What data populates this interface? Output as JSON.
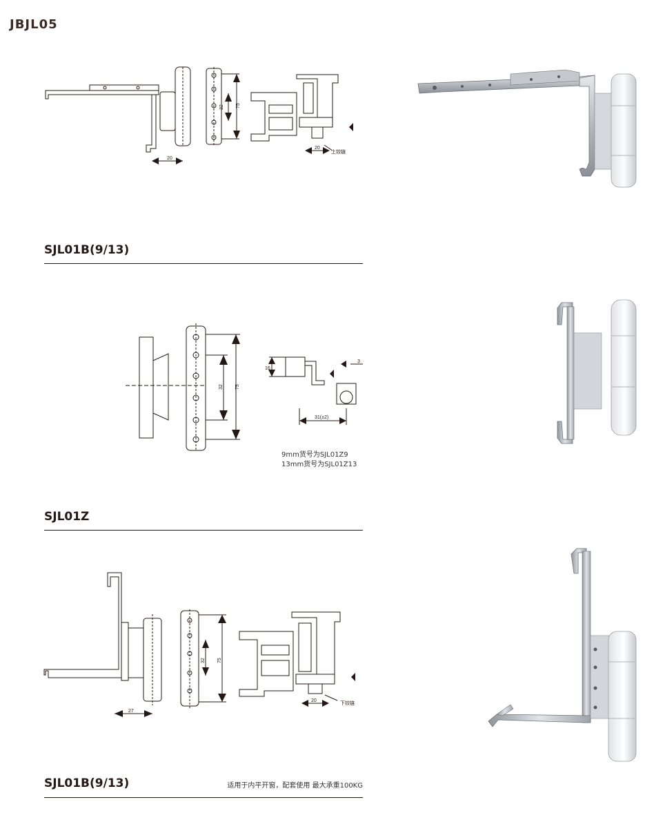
{
  "header": {
    "code": "JBJL05"
  },
  "sections": [
    {
      "title": "SJL01B(9/13)",
      "dims": {
        "width_mark": "20",
        "height_mark": "75",
        "mid_mark": "32",
        "profile_mark": "20"
      },
      "hinge_label": "上铰链"
    },
    {
      "title": "SJL01Z",
      "dims": {
        "height_mark": "75",
        "mid_mark": "32",
        "side_mark": "16",
        "small_mark": "3",
        "width_mark": "31(±2)"
      },
      "notes": [
        "9mm货号为SJL01Z9",
        "13mm货号为SJL01Z13"
      ]
    },
    {
      "title": "SJL01B(9/13)",
      "dims": {
        "width_mark": "27",
        "height_mark": "75",
        "mid_mark": "32",
        "profile_mark": "20"
      },
      "hinge_label": "下铰链",
      "note": "适用于内平开窗，配套使用   最大承重100KG"
    }
  ],
  "colors": {
    "line": "#231815",
    "metal": "#c9cdd2",
    "white_part": "#f4f5f6",
    "shade": "#9aa0a6"
  }
}
